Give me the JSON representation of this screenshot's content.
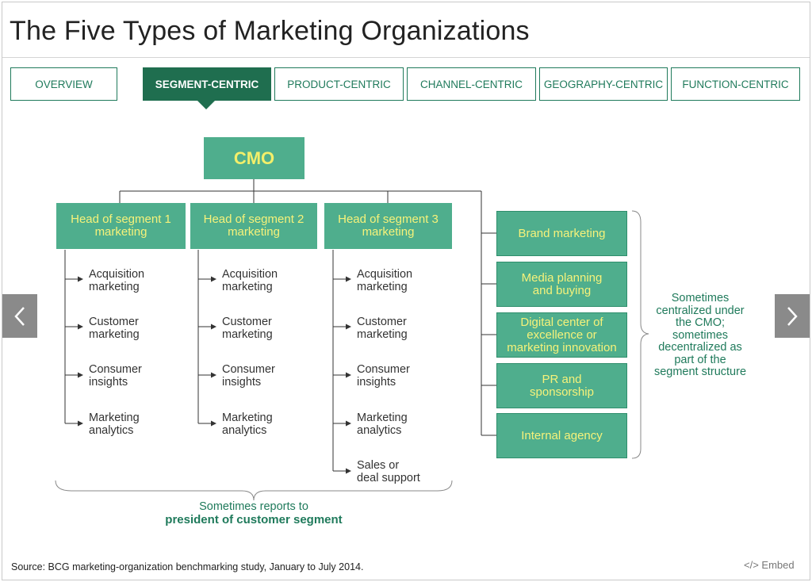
{
  "title": "The Five Types of Marketing Organizations",
  "tabs": [
    {
      "label": "OVERVIEW",
      "active": false
    },
    {
      "label": "SEGMENT-CENTRIC",
      "active": true
    },
    {
      "label": "PRODUCT-CENTRIC",
      "active": false
    },
    {
      "label": "CHANNEL-CENTRIC",
      "active": false
    },
    {
      "label": "GEOGRAPHY-CENTRIC",
      "active": false
    },
    {
      "label": "FUNCTION-CENTRIC",
      "active": false
    }
  ],
  "chart": {
    "cmo": "CMO",
    "segments": [
      {
        "head": "Head of segment 1\nmarketing",
        "roles": [
          "Acquisition\nmarketing",
          "Customer\nmarketing",
          "Consumer\ninsights",
          "Marketing\nanalytics"
        ]
      },
      {
        "head": "Head of segment 2\nmarketing",
        "roles": [
          "Acquisition\nmarketing",
          "Customer\nmarketing",
          "Consumer\ninsights",
          "Marketing\nanalytics"
        ]
      },
      {
        "head": "Head of segment 3\nmarketing",
        "roles": [
          "Acquisition\nmarketing",
          "Customer\nmarketing",
          "Consumer\ninsights",
          "Marketing\nanalytics",
          "Sales or\ndeal support"
        ]
      }
    ],
    "central_functions": [
      "Brand marketing",
      "Media planning\nand buying",
      "Digital center of\nexcellence or\nmarketing innovation",
      "PR and\nsponsorship",
      "Internal agency"
    ],
    "right_note": "Sometimes\ncentralized under\nthe CMO;\nsometimes\ndecentralized as\npart of the\nsegment structure",
    "bottom_note_line1": "Sometimes reports to",
    "bottom_note_line2": "president of customer segment"
  },
  "colors": {
    "box": "#4fae8d",
    "box_text": "#f6f27a",
    "accent": "#1f7a5b",
    "active_tab": "#1f6e4f"
  },
  "icons": {
    "prev": "chevron-left-icon",
    "next": "chevron-right-icon",
    "embed": "code-icon"
  },
  "source": "Source: BCG marketing-organization benchmarking study, January to July 2014.",
  "embed_label": "Embed"
}
